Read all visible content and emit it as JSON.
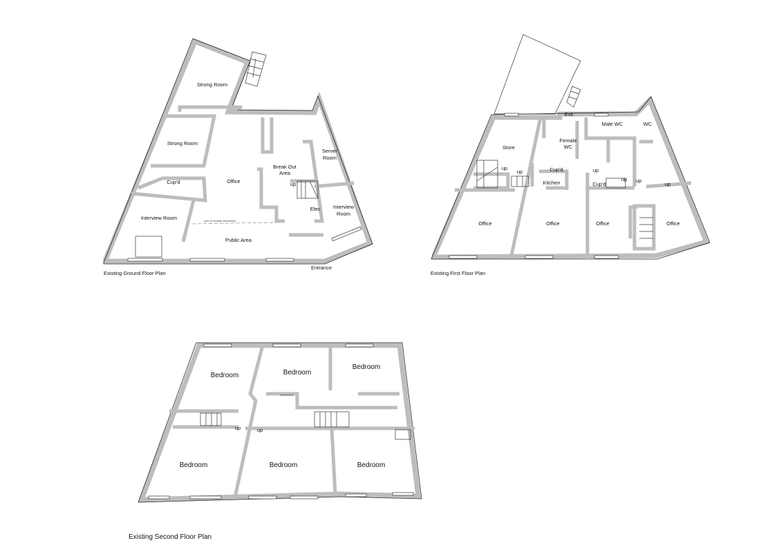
{
  "ground_floor": {
    "caption": "Existing Ground Floor Plan",
    "rooms": {
      "strong_room_1": "Strong Room",
      "strong_room_2": "Strong Room",
      "office": "Office",
      "break_out_1": "Break Out",
      "break_out_2": "Area",
      "server_1": "Server",
      "server_2": "Room",
      "cupd": "Cup'd",
      "up": "up",
      "elec": "Elec",
      "interview_room": "Interview Room",
      "interview_1": "Interview",
      "interview_2": "Room",
      "public_area": "Public Area",
      "counter_line": "Line of counter (removed)",
      "entrance": "Entrance"
    }
  },
  "first_floor": {
    "caption": "Existing First Floor Plan",
    "rooms": {
      "exit": "Exit",
      "male_wc": "Male WC",
      "wc": "WC",
      "female_1": "Female",
      "female_2": "WC",
      "store": "Store",
      "up1": "up",
      "up2": "up",
      "cupd1": "Cup'd",
      "kitchen": "Kitchen",
      "up3": "up",
      "cupd2": "Cup'd",
      "up4": "up",
      "up5": "up",
      "up6": "up",
      "office1": "Office",
      "office2": "Office",
      "office3": "Office",
      "office4": "Office"
    }
  },
  "second_floor": {
    "caption": "Existing Second Floor Plan",
    "rooms": {
      "bedroom1": "Bedroom",
      "bedroom2": "Bedroom",
      "bedroom3": "Bedroom",
      "bedroom4": "Bedroom",
      "bedroom5": "Bedroom",
      "bedroom6": "Bedroom",
      "up1": "up",
      "up2": "up"
    }
  },
  "colors": {
    "wall": "#bdbdbd",
    "line": "#222222"
  }
}
